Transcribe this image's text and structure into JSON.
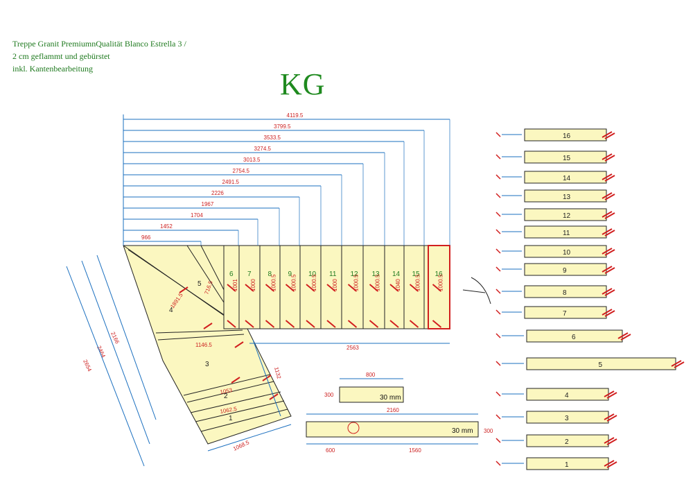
{
  "notes": {
    "line1": "Treppe Granit PremiumnQualität Blanco Estrella 3 /",
    "line2": "2 cm geflammt und gebürstet",
    "line3": "inkl. Kantenbearbeitung"
  },
  "title": "KG",
  "colors": {
    "fill": "#fbf7c0",
    "dim": "#1a6fbf",
    "text": "#cc1f1f",
    "cut": "#d11f1f",
    "note": "#1f7a1f"
  },
  "top_dimensions": [
    "4119.5",
    "3799.5",
    "3533.5",
    "3274.5",
    "3013.5",
    "2754.5",
    "2491.5",
    "2226",
    "1967",
    "1704",
    "1452",
    "966"
  ],
  "run_steps": [
    "6",
    "7",
    "8",
    "9",
    "10",
    "11",
    "12",
    "13",
    "14",
    "15",
    "16"
  ],
  "run_widths": [
    "1001",
    "1000",
    "1000.5",
    "1000.5",
    "1000.5",
    "1000",
    "1000.5",
    "1000.5",
    "1040",
    "1000.5",
    "1000.5"
  ],
  "winder_labels": [
    "5",
    "4",
    "3",
    "2",
    "1"
  ],
  "winder_dims": [
    "1891.5",
    "716.5",
    "1146.5",
    "1053",
    "1062.5",
    "1068.5",
    "2166",
    "2464",
    "2654",
    "1132"
  ],
  "bottom_dim": "2563",
  "small_slab": {
    "width": "800",
    "height": "300",
    "thickness": "30 mm"
  },
  "long_slab": {
    "width": "2160",
    "height": "300",
    "thickness": "30 mm",
    "left": "600",
    "right": "1560"
  },
  "pieces": [
    "16",
    "15",
    "14",
    "13",
    "12",
    "11",
    "10",
    "9",
    "8",
    "7",
    "6",
    "5",
    "4",
    "3",
    "2",
    "1"
  ]
}
